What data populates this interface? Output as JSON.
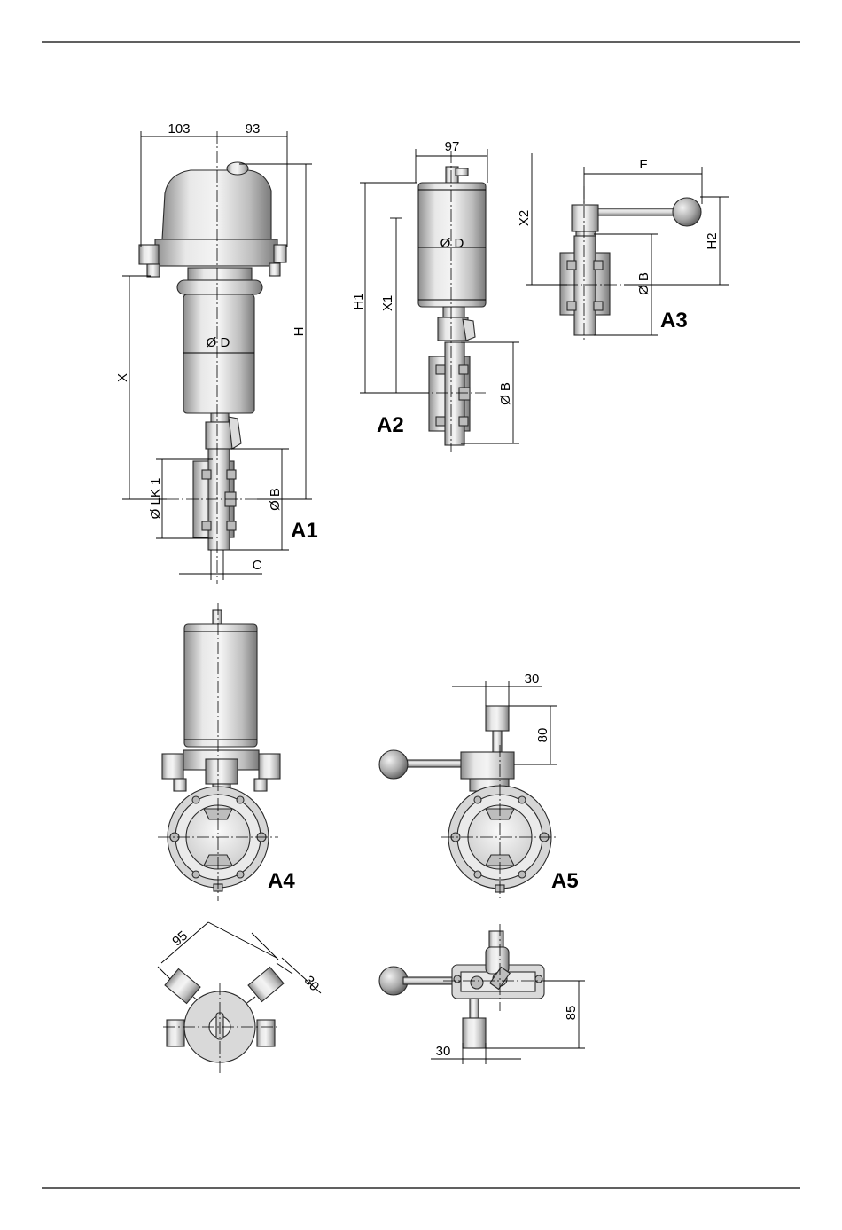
{
  "dimensions": {
    "a1_103": "103",
    "a1_93": "93",
    "a1_x": "X",
    "a1_h": "H",
    "a1_d": "Ø D",
    "a1_lk1": "Ø LK 1",
    "a1_b": "Ø B",
    "a1_c": "C",
    "a2_97": "97",
    "a2_d": "Ø D",
    "a2_h1": "H1",
    "a2_x1": "X1",
    "a2_b": "Ø B",
    "a3_f": "F",
    "a3_x2": "X2",
    "a3_h2": "H2",
    "a3_b": "Ø B",
    "a4_95": "95",
    "a4_30": "30",
    "a5_30_top": "30",
    "a5_80": "80",
    "a5_85": "85",
    "a5_30_bottom": "30"
  },
  "labels": {
    "a1": "A1",
    "a2": "A2",
    "a3": "A3",
    "a4": "A4",
    "a5": "A5"
  },
  "colors": {
    "metal_light": "#e6e6e6",
    "metal_mid": "#c4c4c4",
    "metal_dark": "#8a8a8a",
    "line": "#000000"
  }
}
